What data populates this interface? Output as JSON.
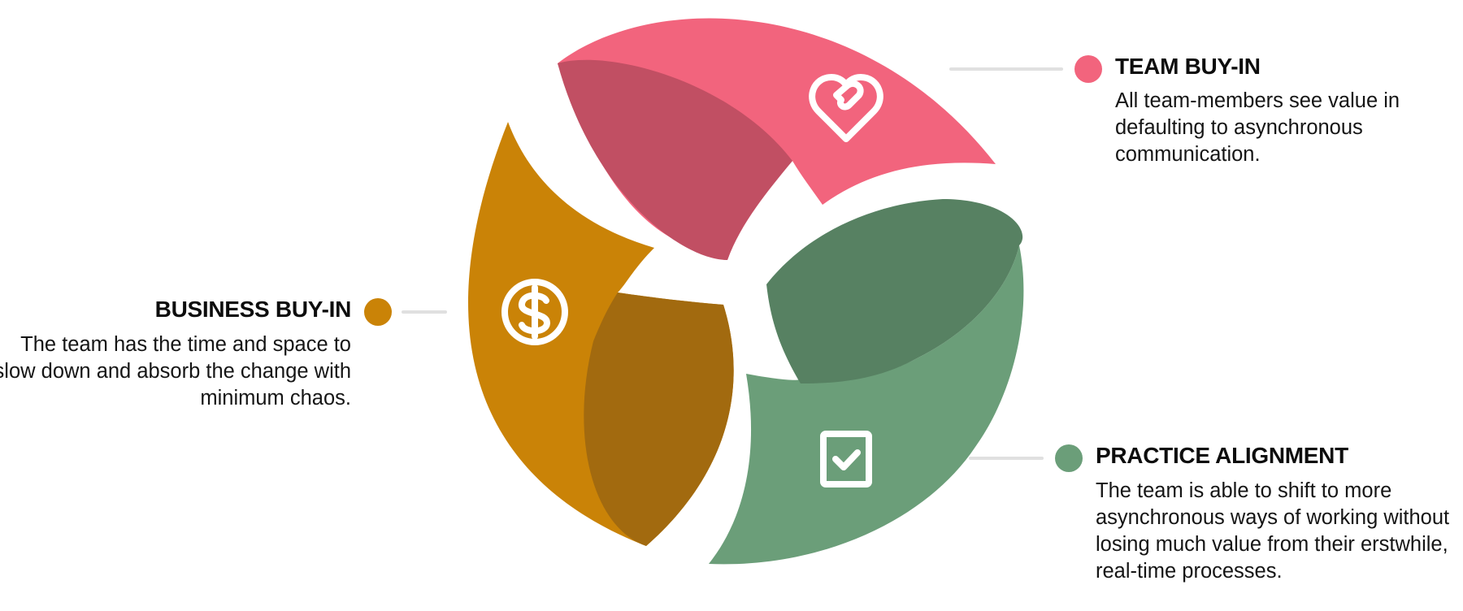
{
  "colors": {
    "team_light": "#f2647d",
    "team_dark": "#c14f63",
    "business_light": "#ca8307",
    "business_dark": "#a26a0f",
    "practice_light": "#6b9e79",
    "practice_dark": "#578162",
    "connector": "#e0e0e0",
    "icon": "#ffffff"
  },
  "segments": [
    {
      "id": "team",
      "title": "TEAM BUY-IN",
      "description": "All team-members see value in defaulting to asynchronous communication.",
      "icon": "heart-handshake-icon"
    },
    {
      "id": "business",
      "title": "BUSINESS BUY-IN",
      "description": "The team has the time and space to slow down and absorb the change with minimum chaos.",
      "icon": "dollar-coin-icon"
    },
    {
      "id": "practice",
      "title": "PRACTICE ALIGNMENT",
      "description": "The team is able to shift to more asynchronous ways of working without losing much value from their erstwhile, real-time processes.",
      "icon": "checkbox-icon"
    }
  ]
}
